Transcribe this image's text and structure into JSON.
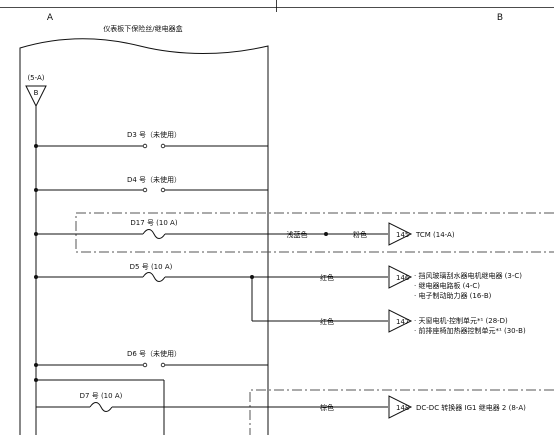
{
  "columns": {
    "a": "A",
    "b": "B"
  },
  "box_title": "仪表板下保险丝/继电器盒",
  "source": {
    "ref": "(5-A)",
    "connector": "B"
  },
  "fuses": [
    {
      "id": "d3",
      "label": "D3 号（未使用）"
    },
    {
      "id": "d4",
      "label": "D4 号（未使用）"
    },
    {
      "id": "d17",
      "label": "D17 号 (10 A)"
    },
    {
      "id": "d5",
      "label": "D5 号 (10 A)"
    },
    {
      "id": "d6",
      "label": "D6 号（未使用）"
    },
    {
      "id": "d7",
      "label": "D7 号 (10 A)"
    }
  ],
  "wires": {
    "light_blue": "浅蓝色",
    "pink": "粉色",
    "red_1": "红色",
    "red_2": "红色",
    "brown": "棕色"
  },
  "terminals": {
    "t145": {
      "num": "145",
      "dest": [
        "TCM (14-A)"
      ]
    },
    "t146": {
      "num": "146",
      "dest": [
        "· 挡风玻璃刮水器电机继电器 (3-C)",
        "· 继电器电路板 (4-C)",
        "· 电子制动助力器 (16-B)"
      ]
    },
    "t147": {
      "num": "147",
      "dest": [
        "· 天窗电机-控制单元*¹ (28-D)",
        "· 前排座椅加热器控制单元*¹ (30-B)"
      ]
    },
    "t148": {
      "num": "148",
      "dest": [
        "DC-DC 转换器 IG1 继电器 2 (8-A)"
      ]
    }
  }
}
